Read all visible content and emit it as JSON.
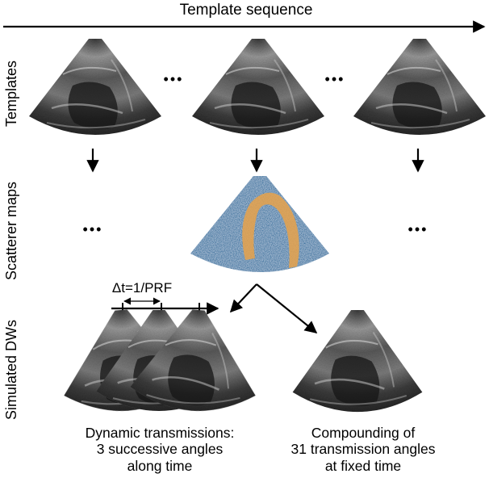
{
  "header": {
    "title": "Template sequence"
  },
  "row_labels": {
    "templates": "Templates",
    "scatterer_maps": "Scatterer maps",
    "simulated_dws": "Simulated DWs"
  },
  "ellipsis": "•••",
  "timing": {
    "label": "Δt=1/PRF"
  },
  "captions": {
    "dynamic": [
      "Dynamic transmissions:",
      "3 successive angles",
      "along time"
    ],
    "compounding": [
      "Compounding of",
      "31 transmission angles",
      "at fixed time"
    ]
  },
  "colors": {
    "ink": "#000000",
    "scatter_blue": "#2f6e9c",
    "myocardium": "#e8a24a"
  }
}
